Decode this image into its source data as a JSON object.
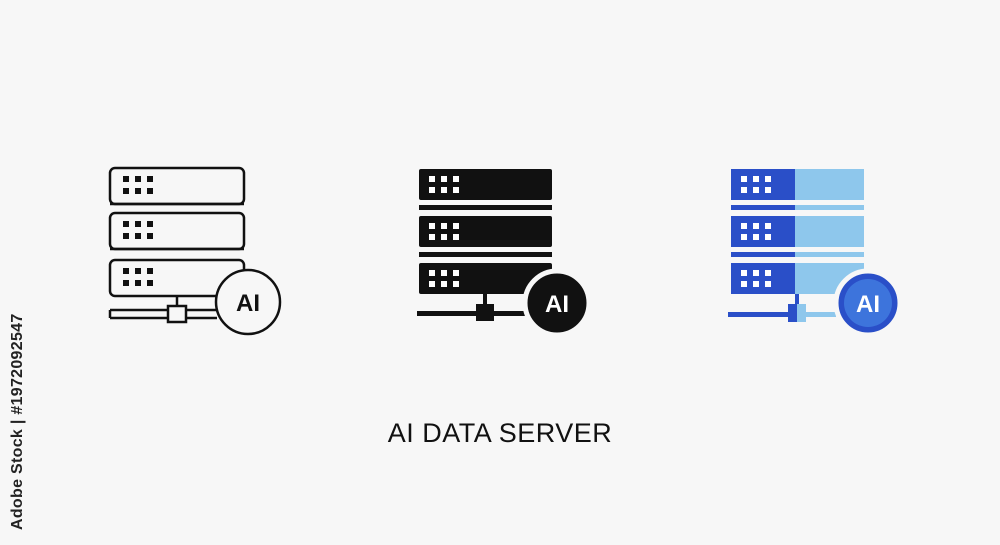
{
  "caption": "AI DATA SERVER",
  "side_id": "Adobe Stock | #1972092547",
  "badge_text": "AI",
  "colors": {
    "background": "#f7f7f7",
    "ink": "#111111",
    "blue_dark": "#2a4fc8",
    "blue_light": "#8ec7ec",
    "white": "#ffffff"
  },
  "icons": [
    {
      "style": "outline"
    },
    {
      "style": "solid"
    },
    {
      "style": "color"
    }
  ]
}
